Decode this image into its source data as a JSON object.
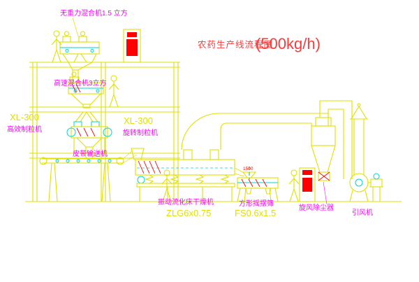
{
  "title": {
    "text": "农药生产线流程图",
    "capacity": "(500kg/h)"
  },
  "labels": {
    "top_mixer": "无重力混合机1.5 立方",
    "high_speed_mixer": "高速混合机3立方",
    "granulator_left_model": "XL-300",
    "granulator_left_name": "高效制粒机",
    "granulator_right_model": "XL-300",
    "granulator_right_name": "旋转制粒机",
    "belt_conveyor": "皮带输送机",
    "fluid_bed_dryer": "振动流化床干燥机",
    "fluid_bed_dryer_model": "ZLG6x0.75",
    "square_sieve": "方形摇摆筛",
    "square_sieve_model": "FS0.6x1.5",
    "sieve_dim": "1500",
    "cyclone": "旋风除尘器",
    "fan": "引风机"
  },
  "colors": {
    "bg": "#ffffff",
    "yellow": "#e0e000",
    "magenta": "#ff00ff",
    "red": "#ff0000",
    "cyan": "#00d4d4",
    "green": "#00b400",
    "title-red": "#fb3b3b"
  }
}
